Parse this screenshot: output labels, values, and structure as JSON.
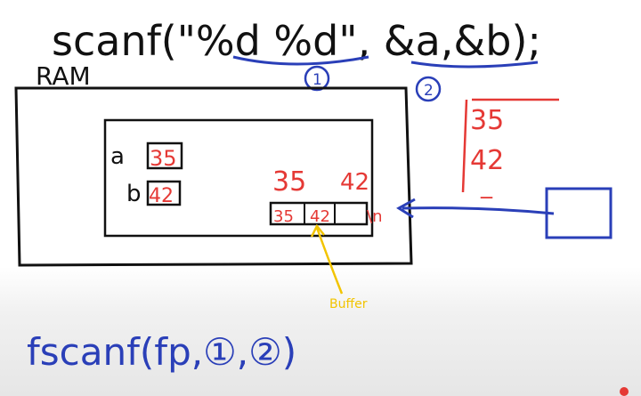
{
  "top_code": "scanf(\"%d %d\", &a,&b);",
  "circle_one": "1",
  "circle_two": "2",
  "ram_label": "RAM",
  "var_a_label": "a",
  "var_a_value": "35",
  "var_b_label": "b",
  "var_b_value": "42",
  "buffer_numbers_35": "35",
  "buffer_numbers_42": "42",
  "buffer_cells": [
    "35",
    "42",
    "\\n"
  ],
  "buffer_label": "Buffer",
  "input_values": [
    "35",
    "42",
    "_"
  ],
  "bottom_code": "fscanf(fp,①,②)",
  "colors": {
    "black": "#111111",
    "red": "#e53935",
    "blue": "#2a3fb8",
    "yellow": "#f2c400"
  }
}
